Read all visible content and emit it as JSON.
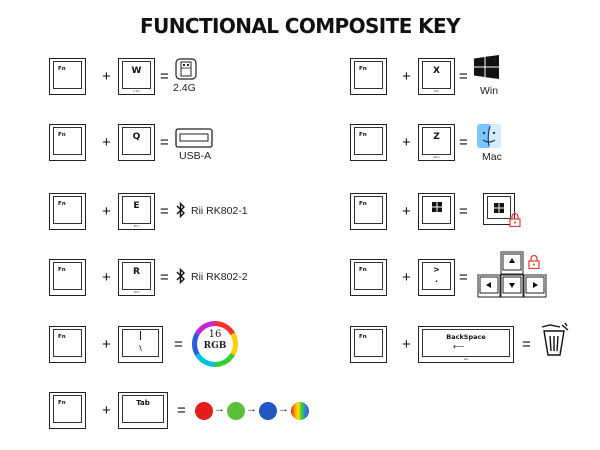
{
  "title": "FUNCTIONAL COMPOSITE KEY",
  "operators": {
    "plus": "+",
    "equals": "="
  },
  "keys": {
    "fn": "Fn",
    "w": "W",
    "w_sub": "2.4G",
    "q": "Q",
    "e": "E",
    "e_sub": "BT1",
    "r": "R",
    "r_sub": "BT2",
    "backslash": "|",
    "backslash2": "\\",
    "tab": "Tab",
    "x": "X",
    "x_sub": "Win",
    "z": "Z",
    "z_sub": "Mac",
    "gt": ">",
    "dot": ".",
    "backspace": "BackSpace",
    "backspace_sub": "Del"
  },
  "results": {
    "w": "2.4G",
    "q": "USB-A",
    "e": "Rii RK802-1",
    "r": "Rii RK802-2",
    "rgb_num": "16",
    "rgb_text": "RGB",
    "x": "Win",
    "z": "Mac"
  },
  "icons": {
    "w": "usb-dongle-icon",
    "q": "usb-a-port-icon",
    "bluetooth": "bluetooth-icon",
    "rgb": "rgb-color-wheel-icon",
    "x": "windows-logo-icon",
    "z": "mac-finder-icon",
    "lock": "padlock-icon",
    "arrows": "arrow-keys-icon",
    "trash": "trash-bin-icon"
  },
  "colors": {
    "red": "#e41d1d",
    "green": "#5cbf39",
    "blue": "#2356c2",
    "lock": "#e53935"
  }
}
